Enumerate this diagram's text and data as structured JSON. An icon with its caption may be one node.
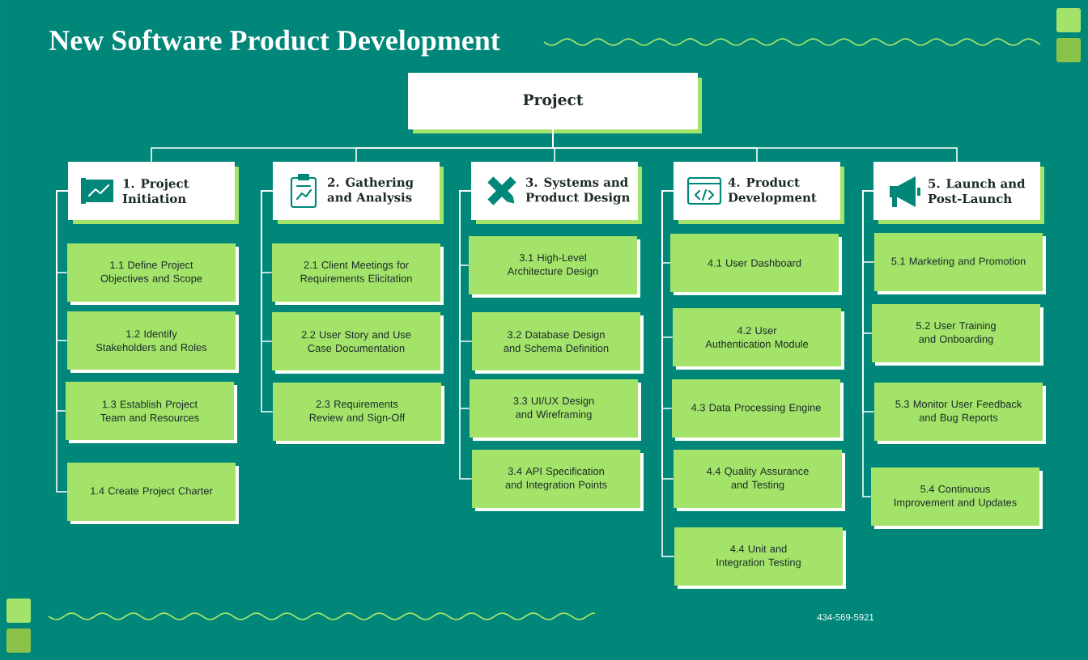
{
  "diagram": {
    "title": "New Software Product Development",
    "nodes": [
      {
        "text": [
          "Project"
        ]
      },
      {
        "text": [
          "1. Project Initiation"
        ]
      },
      {
        "text": [
          "1.1 Define Project Objectives and Scope"
        ]
      },
      {
        "text": [
          "1.2 Identify Stakeholders and Roles"
        ]
      },
      {
        "text": [
          "1.3 Establish Project Team and Resources"
        ]
      },
      {
        "text": [
          "1.4 Create Project Charter"
        ]
      },
      {
        "text": [
          "2. Gathering and Analysis"
        ]
      },
      {
        "text": [
          "2.1 Client Meetings for Requirements Elicitation"
        ]
      },
      {
        "text": [
          "2.2 User Story and Use Case Documentation"
        ]
      },
      {
        "text": [
          "2.3 Requirements Review and Sign-Off"
        ]
      },
      {
        "text": [
          "3. Systems and Product Design"
        ]
      },
      {
        "text": [
          "3.1 High-Level Architecture Design"
        ]
      },
      {
        "text": [
          "3.2 Database Design and Schema Definition"
        ]
      },
      {
        "text": [
          "3.3 UI/UX Design and Wireframing"
        ]
      },
      {
        "text": [
          "3.4 API Specification and Integration Points"
        ]
      },
      {
        "text": [
          "4. Product Development"
        ]
      },
      {
        "text": [
          "4.1 User Dashboard"
        ]
      },
      {
        "text": [
          "4.2 User Authentication Module"
        ]
      },
      {
        "text": [
          "4.3 Data Processing Engine"
        ]
      },
      {
        "text": [
          "4.4 Quality Assurance and Testing"
        ]
      },
      {
        "text": [
          "4.4 Unit and Integration Testing"
        ]
      },
      {
        "text": [
          "5. Launch and Post-Launch"
        ]
      },
      {
        "text": [
          "5.1 Marketing and Promotion"
        ]
      },
      {
        "text": [
          "5.2  User Training and Onboarding"
        ]
      },
      {
        "text": [
          "5.3 Monitor User Feedback and Bug Reports"
        ]
      },
      {
        "text": [
          "5.4 Continuous Improvement and Updates"
        ]
      }
    ],
    "edges": [
      {
        "from": 0,
        "to": 1,
        "arrow": "none"
      },
      {
        "from": 0,
        "to": 6,
        "arrow": "none"
      },
      {
        "from": 0,
        "to": 10,
        "arrow": "none"
      },
      {
        "from": 0,
        "to": 15,
        "arrow": "none"
      },
      {
        "from": 0,
        "to": 21,
        "arrow": "none"
      },
      {
        "from": 1,
        "to": 2,
        "arrow": "none"
      },
      {
        "from": 1,
        "to": 3,
        "arrow": "none"
      },
      {
        "from": 1,
        "to": 4,
        "arrow": "none"
      },
      {
        "from": 1,
        "to": 5,
        "arrow": "none"
      },
      {
        "from": 6,
        "to": 7,
        "arrow": "none"
      },
      {
        "from": 6,
        "to": 8,
        "arrow": "none"
      },
      {
        "from": 6,
        "to": 9,
        "arrow": "none"
      },
      {
        "from": 10,
        "to": 11,
        "arrow": "none"
      },
      {
        "from": 10,
        "to": 12,
        "arrow": "none"
      },
      {
        "from": 10,
        "to": 13,
        "arrow": "none"
      },
      {
        "from": 10,
        "to": 14,
        "arrow": "none"
      },
      {
        "from": 15,
        "to": 16,
        "arrow": "none"
      },
      {
        "from": 15,
        "to": 17,
        "arrow": "none"
      },
      {
        "from": 15,
        "to": 18,
        "arrow": "none"
      },
      {
        "from": 15,
        "to": 19,
        "arrow": "none"
      },
      {
        "from": 15,
        "to": 20,
        "arrow": "none"
      },
      {
        "from": 21,
        "to": 22,
        "arrow": "none"
      },
      {
        "from": 21,
        "to": 23,
        "arrow": "none"
      },
      {
        "from": 21,
        "to": 24,
        "arrow": "none"
      },
      {
        "from": 21,
        "to": 25,
        "arrow": "none"
      }
    ],
    "labels": [
      "434-569-5921"
    ]
  }
}
